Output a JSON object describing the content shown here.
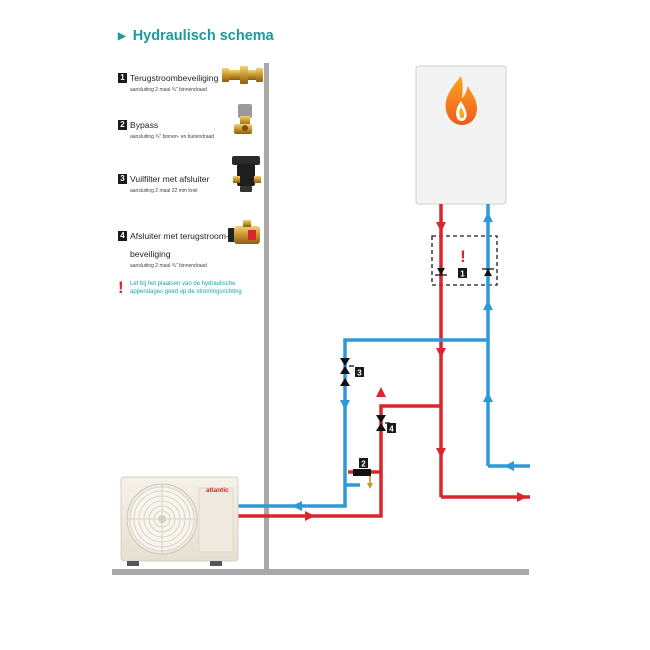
{
  "header": {
    "title": "Hydraulisch schema"
  },
  "legend": [
    {
      "num": "1",
      "name": "Terugstroombeveiliging",
      "sub": "aansluiting 2 maal ¾\" binnendraad"
    },
    {
      "num": "2",
      "name": "Bypass",
      "sub": "aansluiting ¾\" binnen- en buitendraad"
    },
    {
      "num": "3",
      "name": "Vuilfilter met afsluiter",
      "sub": "aansluiting 2 maal 22 mm knel"
    },
    {
      "num": "4",
      "name": "Afsluiter met terugstroom-",
      "name2": "beveiliging",
      "sub": "aansluiting 2 maal ¾\" binnendraad"
    }
  ],
  "warning": {
    "symbol": "!",
    "text": "Let bij het plaatsen van de hydraulische appendages goed op de stromingsrichting"
  },
  "diagram": {
    "outdoor_unit_brand": "atlantic",
    "boiler_warning_symbol": "!",
    "component_labels": [
      "1",
      "2",
      "3",
      "4"
    ],
    "colors": {
      "hot_pipe": "#d8262e",
      "cold_pipe": "#2d9ad6",
      "wall": "#a8a8a8",
      "title": "#1a9a9c"
    }
  }
}
